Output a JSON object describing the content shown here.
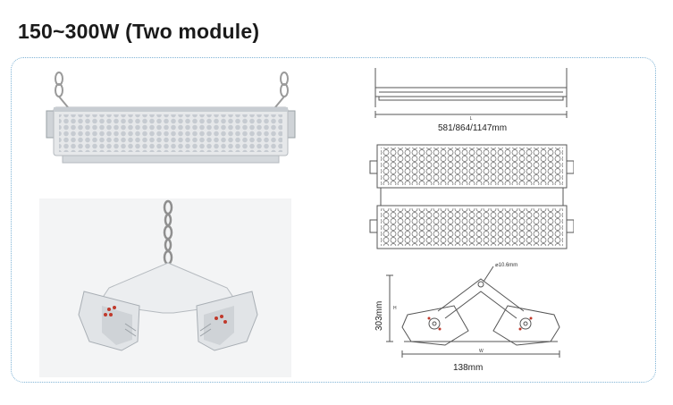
{
  "page": {
    "title": "150~300W (Two module)"
  },
  "dimensions": {
    "length_label": "581/864/1147mm",
    "height_label": "303mm",
    "width_label": "138mm",
    "hole_label": "⌀10.6mm",
    "h_symbol": "H",
    "w_symbol": "W",
    "l_symbol": "L"
  },
  "colors": {
    "panel_border": "#7fb3d5",
    "product_body": "#e6e8ea",
    "drawing_line": "#555555"
  }
}
